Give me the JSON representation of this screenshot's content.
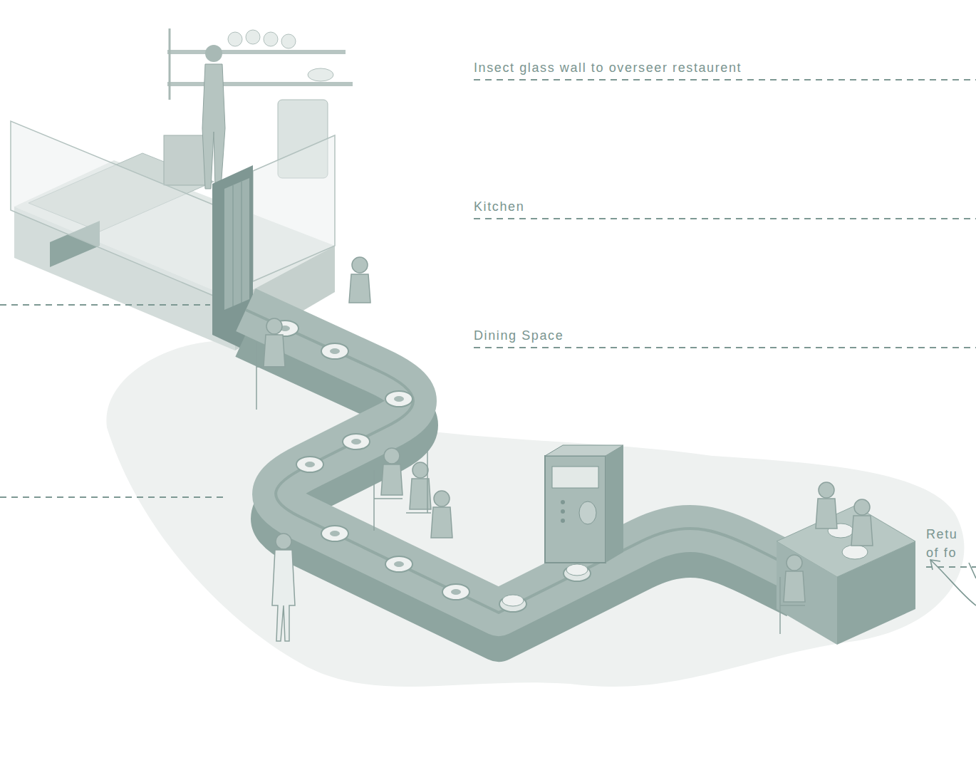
{
  "diagram": {
    "labels": [
      "Insect glass wall to overseer restaurent",
      "Kitchen",
      "Dining Space",
      "Retu of fo"
    ]
  }
}
